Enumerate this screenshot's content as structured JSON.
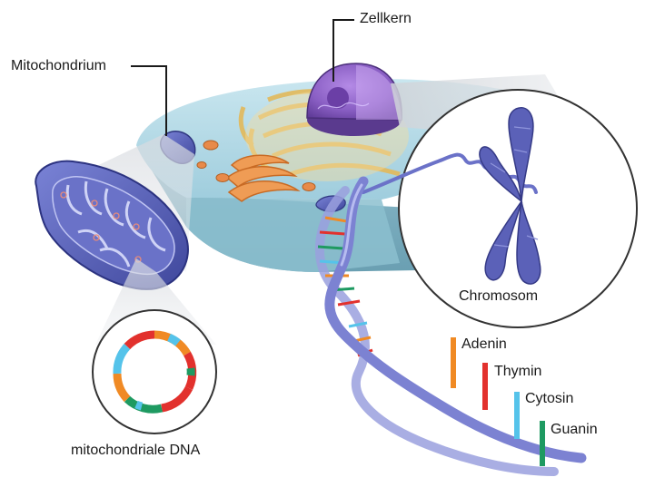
{
  "labels": {
    "mitochondrium": "Mitochondrium",
    "zellkern": "Zellkern",
    "chromosom": "Chromosom",
    "mito_dna": "mitochondriale DNA"
  },
  "bases": [
    {
      "name": "Adenin",
      "color": "#f08a24"
    },
    {
      "name": "Thymin",
      "color": "#e2312d"
    },
    {
      "name": "Cytosin",
      "color": "#55c3ea"
    },
    {
      "name": "Guanin",
      "color": "#1e9a61"
    }
  ],
  "colors": {
    "cytoplasm": "#b3d9e6",
    "cell_side": "#7fb3c4",
    "nucleus": "#8a5fc4",
    "endoplasmic_reticulum": "#f3dca0",
    "golgi": "#ef9c55",
    "mitochondrion": "#5560b8",
    "dna_backbone": "#8389d6",
    "chromosome": "#5b61b8"
  }
}
